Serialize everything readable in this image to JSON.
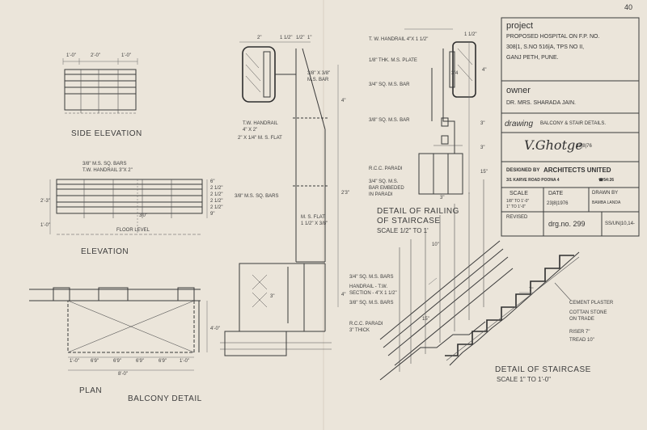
{
  "sheet_number": "40",
  "title_block": {
    "project_label": "project",
    "project_lines": [
      "PROPOSED HOSPITAL ON F.P. NO.",
      "308|1, S.NO 516|A, TPS NO II,",
      "GANJ PETH, PUNE."
    ],
    "owner_label": "owner",
    "owner_value": "DR. MRS. SHARADA JAIN.",
    "drawing_label": "drawing",
    "drawing_value": "BALCONY & STAIR DETAILS.",
    "signature": "V.Ghotge",
    "signature_date": "23|8|76",
    "designed_by_label": "DESIGNED BY",
    "firm_name": "ARCHITECTS UNITED",
    "firm_address": "3/1 KARVE ROAD POONA 4",
    "firm_phone": "☎54:26",
    "scale_label": "SCALE",
    "scale_value_1": "1/8\" TO 1'-0\"",
    "scale_value_2": "1\" TO 1'-0\"",
    "date_label": "DATE",
    "date_value": "23|8|1976",
    "drawn_by_label": "DRAWN BY",
    "drawn_by_value": "BAMBA LANDA",
    "revised_label": "REVISED",
    "drg_no": "drg.no. 299",
    "drg_code": "SS/UN|10,14-"
  },
  "titles": {
    "side_elevation": "SIDE ELEVATION",
    "elevation": "ELEVATION",
    "plan": "PLAN",
    "balcony_detail": "BALCONY DETAIL",
    "railing_detail_1": "DETAIL OF RAILING",
    "railing_detail_2": "OF STAIRCASE",
    "railing_scale": "SCALE 1/2\" TO 1'",
    "staircase_detail": "DETAIL OF STAIRCASE",
    "staircase_scale": "SCALE 1\" TO 1'-0\""
  },
  "notes": {
    "floor_level": "FLOOR LEVEL",
    "elev_bars_1": "3/8\" M.S. SQ. BARS",
    "elev_bars_2": "T.W. HANDRAIL 3\"X 2\"",
    "tw_handrail_a": "T.W. HANDRAIL",
    "tw_handrail_b": "4\" X 2\"",
    "flat_a": "2\" X 1/4\" M. S. FLAT",
    "ms_bar_top_1": "3/8\" X 3/8\"",
    "ms_bar_top_2": "M.S. BAR",
    "sq_bars_mid": "3/8\" M.S. SQ. BARS",
    "ms_flat_1": "M. S. FLAT",
    "ms_flat_2": "1 1/2\" X 3/8\"",
    "tw_handrail_r": "T. W. HANDRAIL 4\"X 1 1/2\"",
    "thk_plate": "1/8\" THK. M.S. PLATE",
    "sq_bar_a": "3/4\" SQ. M.S. BAR",
    "sq_bar_b": "3/8\" SQ. M.S. BAR",
    "rcc_parapet_a": "R.C.C. PARADI",
    "bar_embedded_1": "3/4\" SQ. M.S.",
    "bar_embedded_2": "BAR EMBEDED",
    "bar_embedded_3": "IN PARADI",
    "stair_bars_1": "3/4\" SQ. M.S. BARS",
    "stair_handrail_1": "HANDRAIL - T.W.",
    "stair_handrail_2": "SECTION - 4\"X 1 1/2\"",
    "stair_bars_2": "3/8\" SQ. M.S. BARS",
    "rcc_parapet_b1": "R.C.C. PARADI",
    "rcc_parapet_b2": "3\" THICK",
    "cement_plaster": "CEMENT PLASTER",
    "cottan_stone_1": "COTTAN STONE",
    "cottan_stone_2": "ON TRADE",
    "riser": "RISER 7\"",
    "tread": "TREAD 10\""
  },
  "dimensions": {
    "side_top": [
      "1'-0\"",
      "2'-0\"",
      "1'-0\""
    ],
    "elev_right": [
      "6\"",
      "2 1/2\"",
      "2 1/2\"",
      "2 1/2\"",
      "2 1/2\"",
      "9\""
    ],
    "elev_left": [
      "2'-3\"",
      "1'-0\""
    ],
    "elev_center": "3'0\"",
    "plan_bottom": [
      "1'-0\"",
      "6'9\"",
      "6'9\"",
      "6'9\"",
      "6'9\"",
      "1'-0\""
    ],
    "plan_total": "8'-0\"",
    "plan_right": "4'-0\"",
    "sec_top": [
      "2\"",
      "1 1/2\"",
      "1/2\"",
      "1\""
    ],
    "sec_height": [
      "4\"",
      "2'3\"",
      "4\""
    ],
    "sec_small": "3\"",
    "rail_top": "1 1/2\"",
    "rail_right": [
      "4\"",
      "3\"",
      "3\"",
      "15\""
    ],
    "rail_small": "3/4",
    "rail_bottom": "3\"",
    "stair_dims": [
      "10\"",
      "15\"",
      "7\""
    ]
  }
}
